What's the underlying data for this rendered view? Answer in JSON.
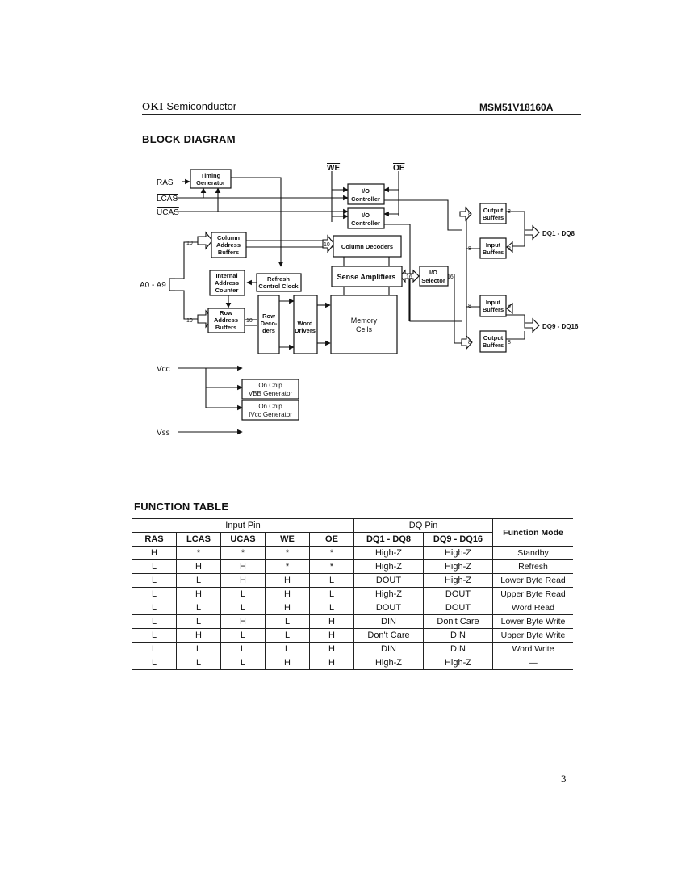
{
  "header": {
    "brand": "OKI",
    "brand_suffix": "Semiconductor",
    "part_number": "MSM51V18160A"
  },
  "block_diagram": {
    "title": "BLOCK DIAGRAM",
    "signals": {
      "ras": "RAS",
      "lcas": "LCAS",
      "ucas": "UCAS",
      "we": "WE",
      "oe": "OE",
      "address": "A0 - A9",
      "vcc": "Vcc",
      "vss": "Vss",
      "dq_low": "DQ1 - DQ8",
      "dq_high": "DQ9 - DQ16"
    },
    "blocks": {
      "timing_generator": [
        "Timing",
        "Generator"
      ],
      "io_controller_1": [
        "I/O",
        "Controller"
      ],
      "io_controller_2": [
        "I/O",
        "Controller"
      ],
      "column_address_buffers": [
        "Column",
        "Address",
        "Buffers"
      ],
      "column_decoders": [
        "Column Decoders"
      ],
      "internal_address_counter": [
        "Internal",
        "Address",
        "Counter"
      ],
      "refresh_control_clock": [
        "Refresh",
        "Control Clock"
      ],
      "sense_amplifiers": [
        "Sense Amplifiers"
      ],
      "io_selector": [
        "I/O",
        "Selector"
      ],
      "row_address_buffers": [
        "Row",
        "Address",
        "Buffers"
      ],
      "row_decoders": [
        "Row",
        "Deco-",
        "ders"
      ],
      "word_drivers": [
        "Word",
        "Drivers"
      ],
      "memory_cells": [
        "Memory",
        "Cells"
      ],
      "output_buffers_low": [
        "Output",
        "Buffers"
      ],
      "input_buffers_low": [
        "Input",
        "Buffers"
      ],
      "input_buffers_high": [
        "Input",
        "Buffers"
      ],
      "output_buffers_high": [
        "Output",
        "Buffers"
      ],
      "vbb_generator": [
        "On Chip",
        "VBB Generator"
      ],
      "vcc_generator": [
        "On Chip",
        "IVcc Generator"
      ]
    },
    "bus_widths": {
      "addr_col": "10",
      "addr_row": "10",
      "row_to_decoder": "10",
      "col_to_decoder": "10",
      "sense_io": "16",
      "selector_bus": "16",
      "byte": "8"
    }
  },
  "function_table": {
    "title": "FUNCTION TABLE",
    "group_headers": {
      "input_pin": "Input Pin",
      "dq_pin": "DQ Pin",
      "function_mode": "Function Mode"
    },
    "columns": [
      "RAS",
      "LCAS",
      "UCAS",
      "WE",
      "OE",
      "DQ1 - DQ8",
      "DQ9 - DQ16"
    ],
    "rows": [
      {
        "ras": "H",
        "lcas": "*",
        "ucas": "*",
        "we": "*",
        "oe": "*",
        "dq_low": "High-Z",
        "dq_high": "High-Z",
        "mode": "Standby"
      },
      {
        "ras": "L",
        "lcas": "H",
        "ucas": "H",
        "we": "*",
        "oe": "*",
        "dq_low": "High-Z",
        "dq_high": "High-Z",
        "mode": "Refresh"
      },
      {
        "ras": "L",
        "lcas": "L",
        "ucas": "H",
        "we": "H",
        "oe": "L",
        "dq_low": "DOUT",
        "dq_high": "High-Z",
        "mode": "Lower Byte Read"
      },
      {
        "ras": "L",
        "lcas": "H",
        "ucas": "L",
        "we": "H",
        "oe": "L",
        "dq_low": "High-Z",
        "dq_high": "DOUT",
        "mode": "Upper Byte Read"
      },
      {
        "ras": "L",
        "lcas": "L",
        "ucas": "L",
        "we": "H",
        "oe": "L",
        "dq_low": "DOUT",
        "dq_high": "DOUT",
        "mode": "Word Read"
      },
      {
        "ras": "L",
        "lcas": "L",
        "ucas": "H",
        "we": "L",
        "oe": "H",
        "dq_low": "DIN",
        "dq_high": "Don't Care",
        "mode": "Lower Byte Write"
      },
      {
        "ras": "L",
        "lcas": "H",
        "ucas": "L",
        "we": "L",
        "oe": "H",
        "dq_low": "Don't Care",
        "dq_high": "DIN",
        "mode": "Upper Byte Write"
      },
      {
        "ras": "L",
        "lcas": "L",
        "ucas": "L",
        "we": "L",
        "oe": "H",
        "dq_low": "DIN",
        "dq_high": "DIN",
        "mode": "Word Write"
      },
      {
        "ras": "L",
        "lcas": "L",
        "ucas": "L",
        "we": "H",
        "oe": "H",
        "dq_low": "High-Z",
        "dq_high": "High-Z",
        "mode": "—"
      }
    ]
  },
  "page_number": "3"
}
